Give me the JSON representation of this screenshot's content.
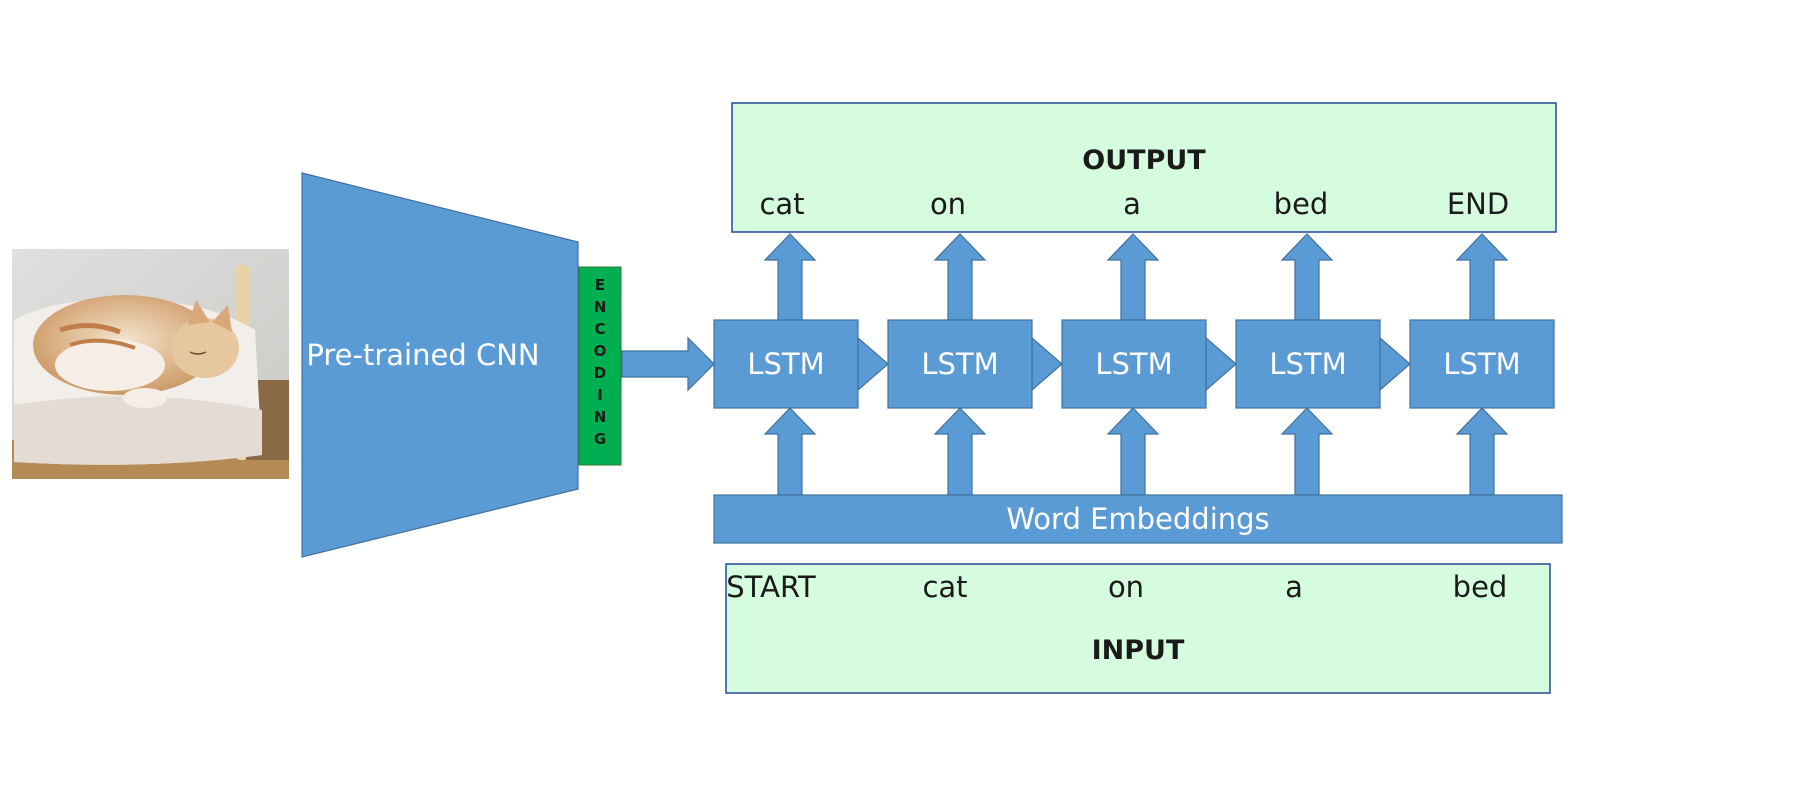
{
  "cnn_label": "Pre-trained CNN",
  "encoding_label": "ENCODING",
  "lstm_label": "LSTM",
  "embeddings_label": "Word Embeddings",
  "output_box": {
    "title": "OUTPUT",
    "words": [
      "cat",
      "on",
      "a",
      "bed",
      "END"
    ]
  },
  "input_box": {
    "title": "INPUT",
    "words": [
      "START",
      "cat",
      "on",
      "a",
      "bed"
    ]
  },
  "colors": {
    "block_blue": "#5b9bd5",
    "encoding_green": "#00b050",
    "io_box_fill": "#d6fce0"
  }
}
